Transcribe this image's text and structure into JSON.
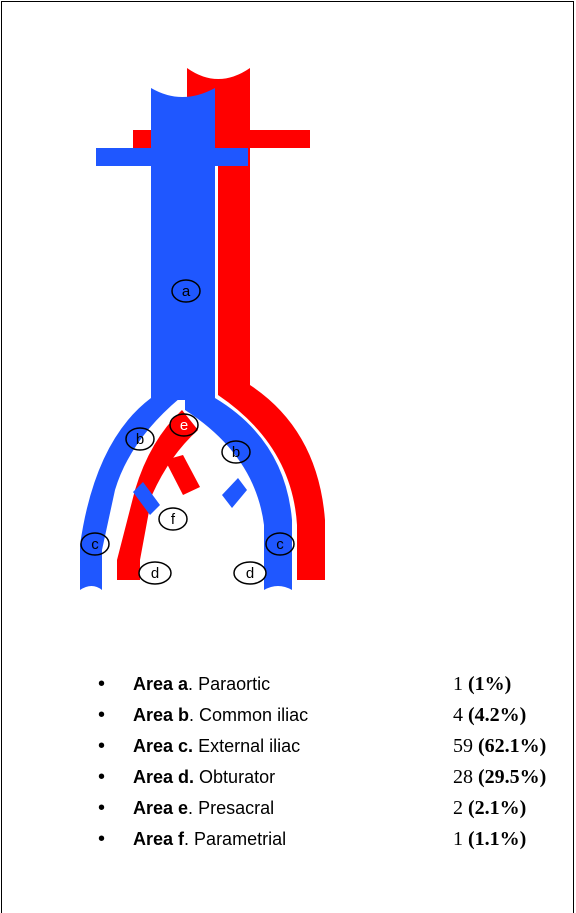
{
  "colors": {
    "vein": "#1f57ff",
    "artery": "#ff0000",
    "outline": "#000000",
    "background": "#ffffff"
  },
  "diagram": {
    "labels": {
      "a": "a",
      "b_left": "b",
      "b_right": "b",
      "c_left": "c",
      "c_right": "c",
      "d_left": "d",
      "d_right": "d",
      "e": "e",
      "f": "f"
    }
  },
  "legend": {
    "items": [
      {
        "bullet": "•",
        "area": "Area a",
        "sep": ". ",
        "name": "Paraortic",
        "count": "1",
        "pct": "(1%)"
      },
      {
        "bullet": "•",
        "area": "Area b",
        "sep": ". ",
        "name": "Common iliac",
        "count": "4",
        "pct": "(4.2%)"
      },
      {
        "bullet": "•",
        "area": "Area c.",
        "sep": " ",
        "name": "External iliac",
        "count": "59",
        "pct": "(62.1%)"
      },
      {
        "bullet": "•",
        "area": "Area d.",
        "sep": " ",
        "name": "Obturator",
        "count": "28",
        "pct": "(29.5%)"
      },
      {
        "bullet": "•",
        "area": "Area e",
        "sep": ". ",
        "name": "Presacral",
        "count": "2",
        "pct": "(2.1%)"
      },
      {
        "bullet": "•",
        "area": "Area f",
        "sep": ". ",
        "name": "Parametrial",
        "count": "1",
        "pct": "(1.1%)"
      }
    ]
  }
}
